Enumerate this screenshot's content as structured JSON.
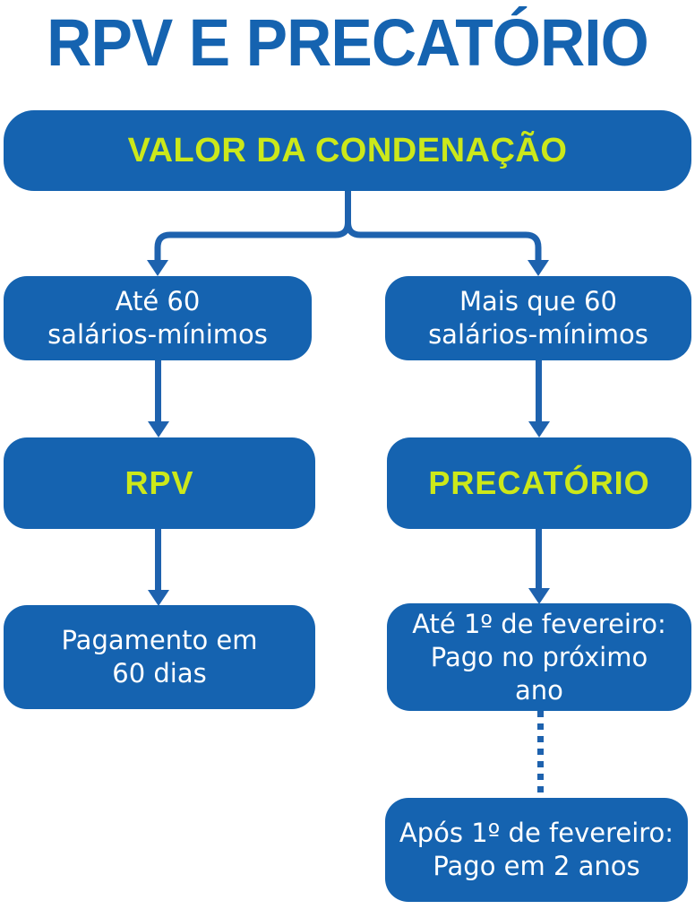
{
  "title": "RPV E PRECATÓRIO",
  "colors": {
    "box_blue": "#1563B0",
    "connector_blue": "#1E62AE",
    "accent_green": "#CCE81A",
    "text_white": "#FFFFFF",
    "background": "#FFFFFF"
  },
  "nodes": {
    "header": "VALOR DA CONDENAÇÃO",
    "left_1": "Até 60\nsalários-mínimos",
    "right_1": "Mais que 60\nsalários-mínimos",
    "left_2": "RPV",
    "right_2": "PRECATÓRIO",
    "left_3": "Pagamento em\n60 dias",
    "right_3": "Até 1º de fevereiro:\nPago no próximo\nano",
    "right_4": "Após 1º de fevereiro:\nPago em 2 anos"
  },
  "chart_data": {
    "type": "flowchart",
    "title": "RPV E PRECATÓRIO",
    "orientation": "top-down",
    "nodes": [
      {
        "id": "header",
        "label": "VALOR DA CONDENAÇÃO",
        "style": "accent",
        "level": 0
      },
      {
        "id": "left_1",
        "label": "Até 60 salários-mínimos",
        "style": "plain",
        "level": 1,
        "branch": "left"
      },
      {
        "id": "right_1",
        "label": "Mais que 60 salários-mínimos",
        "style": "plain",
        "level": 1,
        "branch": "right"
      },
      {
        "id": "left_2",
        "label": "RPV",
        "style": "accent",
        "level": 2,
        "branch": "left"
      },
      {
        "id": "right_2",
        "label": "PRECATÓRIO",
        "style": "accent",
        "level": 2,
        "branch": "right"
      },
      {
        "id": "left_3",
        "label": "Pagamento em 60 dias",
        "style": "plain",
        "level": 3,
        "branch": "left"
      },
      {
        "id": "right_3",
        "label": "Até 1º de fevereiro: Pago no próximo ano",
        "style": "plain",
        "level": 3,
        "branch": "right"
      },
      {
        "id": "right_4",
        "label": "Após 1º de fevereiro: Pago em 2 anos",
        "style": "plain",
        "level": 4,
        "branch": "right"
      }
    ],
    "edges": [
      {
        "from": "header",
        "to": "left_1",
        "kind": "arrow",
        "line": "solid"
      },
      {
        "from": "header",
        "to": "right_1",
        "kind": "arrow",
        "line": "solid"
      },
      {
        "from": "left_1",
        "to": "left_2",
        "kind": "arrow",
        "line": "solid"
      },
      {
        "from": "right_1",
        "to": "right_2",
        "kind": "arrow",
        "line": "solid"
      },
      {
        "from": "left_2",
        "to": "left_3",
        "kind": "arrow",
        "line": "solid"
      },
      {
        "from": "right_2",
        "to": "right_3",
        "kind": "arrow",
        "line": "solid"
      },
      {
        "from": "right_3",
        "to": "right_4",
        "kind": "plain",
        "line": "dotted"
      }
    ]
  }
}
